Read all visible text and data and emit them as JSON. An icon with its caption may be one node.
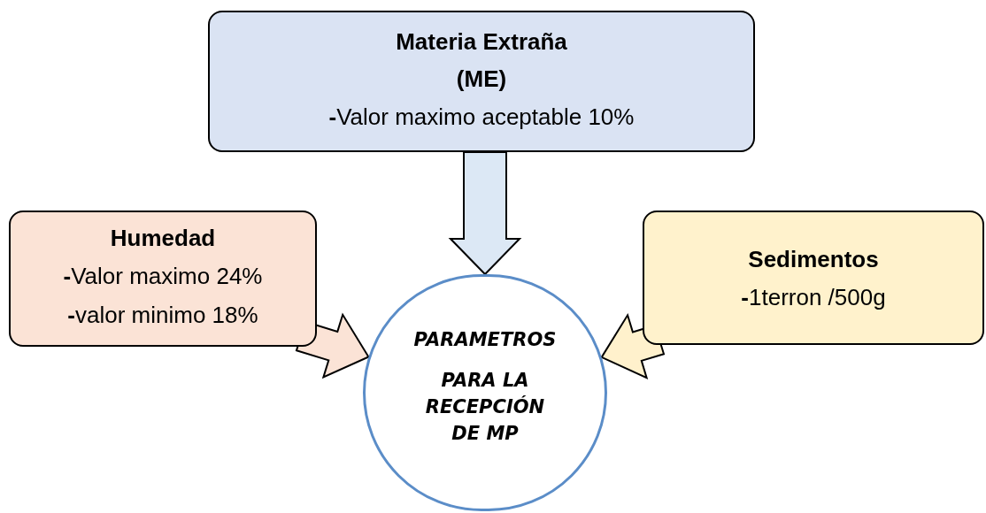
{
  "diagram": {
    "nodes": [
      {
        "text": [
          "Materia Extraña (ME)",
          "**-**Valor maximo aceptable 10%"
        ]
      },
      {
        "text": [
          "Humedad",
          "**-**Valor maximo 24%",
          "**-**valor minimo 18%"
        ]
      },
      {
        "text": [
          "Sedimentos",
          "**-**1terron /500g"
        ]
      },
      {
        "text": [
          "PARAMETROS",
          "PARA LA RECEPCIÓN DE MP"
        ]
      }
    ],
    "edges": [
      {
        "from": 0,
        "to": 3,
        "arrow": "to",
        "style": "thick",
        "color": "#dce8f5"
      },
      {
        "from": 1,
        "to": 3,
        "arrow": "to",
        "style": "thick",
        "color": "#fbe3d6"
      },
      {
        "from": 2,
        "to": 3,
        "arrow": "to",
        "style": "thick",
        "color": "#fff1cc"
      }
    ]
  }
}
